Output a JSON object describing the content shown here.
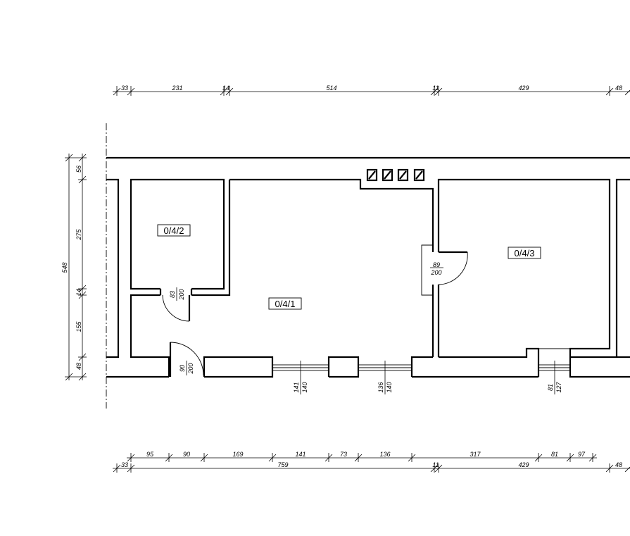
{
  "rooms": [
    {
      "id": "0/4/2"
    },
    {
      "id": "0/4/1"
    },
    {
      "id": "0/4/3"
    }
  ],
  "top_dimensions": [
    "33",
    "231",
    "14",
    "514",
    "11",
    "429",
    "48"
  ],
  "left_dimensions": {
    "total": "548",
    "segments": [
      "56",
      "275",
      "14",
      "155",
      "48"
    ]
  },
  "bottom_dimensions_row1": [
    "95",
    "90",
    "169",
    "141",
    "73",
    "136",
    "317",
    "81",
    "97"
  ],
  "bottom_dimensions_row2": [
    "33",
    "759",
    "11",
    "429",
    "48"
  ],
  "openings": [
    {
      "name": "door-042",
      "width": "83",
      "height": "200"
    },
    {
      "name": "door-entrance",
      "width": "90",
      "height": "200"
    },
    {
      "name": "door-043",
      "width": "89",
      "height": "200"
    },
    {
      "name": "window-1",
      "width": "141",
      "height": "140"
    },
    {
      "name": "window-2",
      "width": "136",
      "height": "140"
    },
    {
      "name": "window-3",
      "width": "81",
      "height": "127"
    }
  ]
}
